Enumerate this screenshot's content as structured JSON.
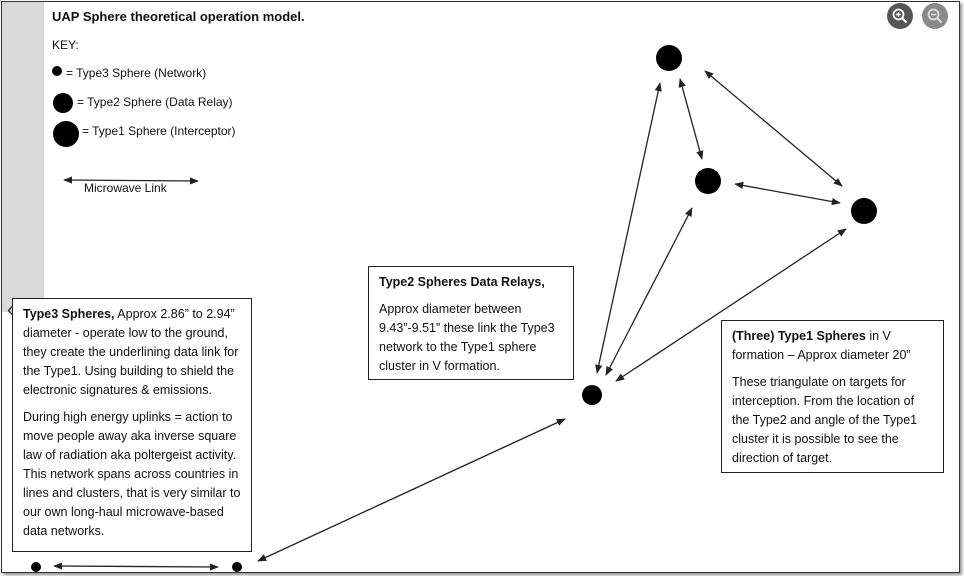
{
  "title": "UAP Sphere theoretical operation model.",
  "key": {
    "label": "KEY:",
    "type3": "= Type3 Sphere (Network)",
    "type2": "= Type2 Sphere (Data Relay)",
    "type1": "= Type1 Sphere (Interceptor)",
    "link": "Microwave Link"
  },
  "type3_box": {
    "heading": "Type3 Spheres,",
    "p1": "Approx 2.86” to 2.94” diameter - operate low to the ground, they create the underlining data link for the Type1. Using building to shield the electronic signatures & emissions.",
    "p2": "During high energy uplinks = action to move people away aka inverse square law of radiation aka poltergeist activity. This network spans across countries in lines and clusters, that is very similar to our own long-haul microwave-based data networks."
  },
  "type2_box": {
    "heading": "Type2 Spheres Data Relays,",
    "p1": "Approx diameter between 9.43”-9.51” these link the Type3 network to the Type1 sphere cluster in V formation."
  },
  "type1_box": {
    "heading": "(Three) Type1 Spheres",
    "heading_rest": "in V formation – Approx diameter 20”",
    "p1": "These triangulate on targets for interception. From the location of the Type2 and angle of the Type1 cluster it is possible to see the direction of target."
  },
  "icons": {
    "zoom_in": "zoom-in-icon",
    "zoom_out": "zoom-out-icon",
    "back": "chevron-left-icon"
  },
  "colors": {
    "sphere": "#000000",
    "link": "#222222",
    "strip": "#d9d9d9"
  }
}
